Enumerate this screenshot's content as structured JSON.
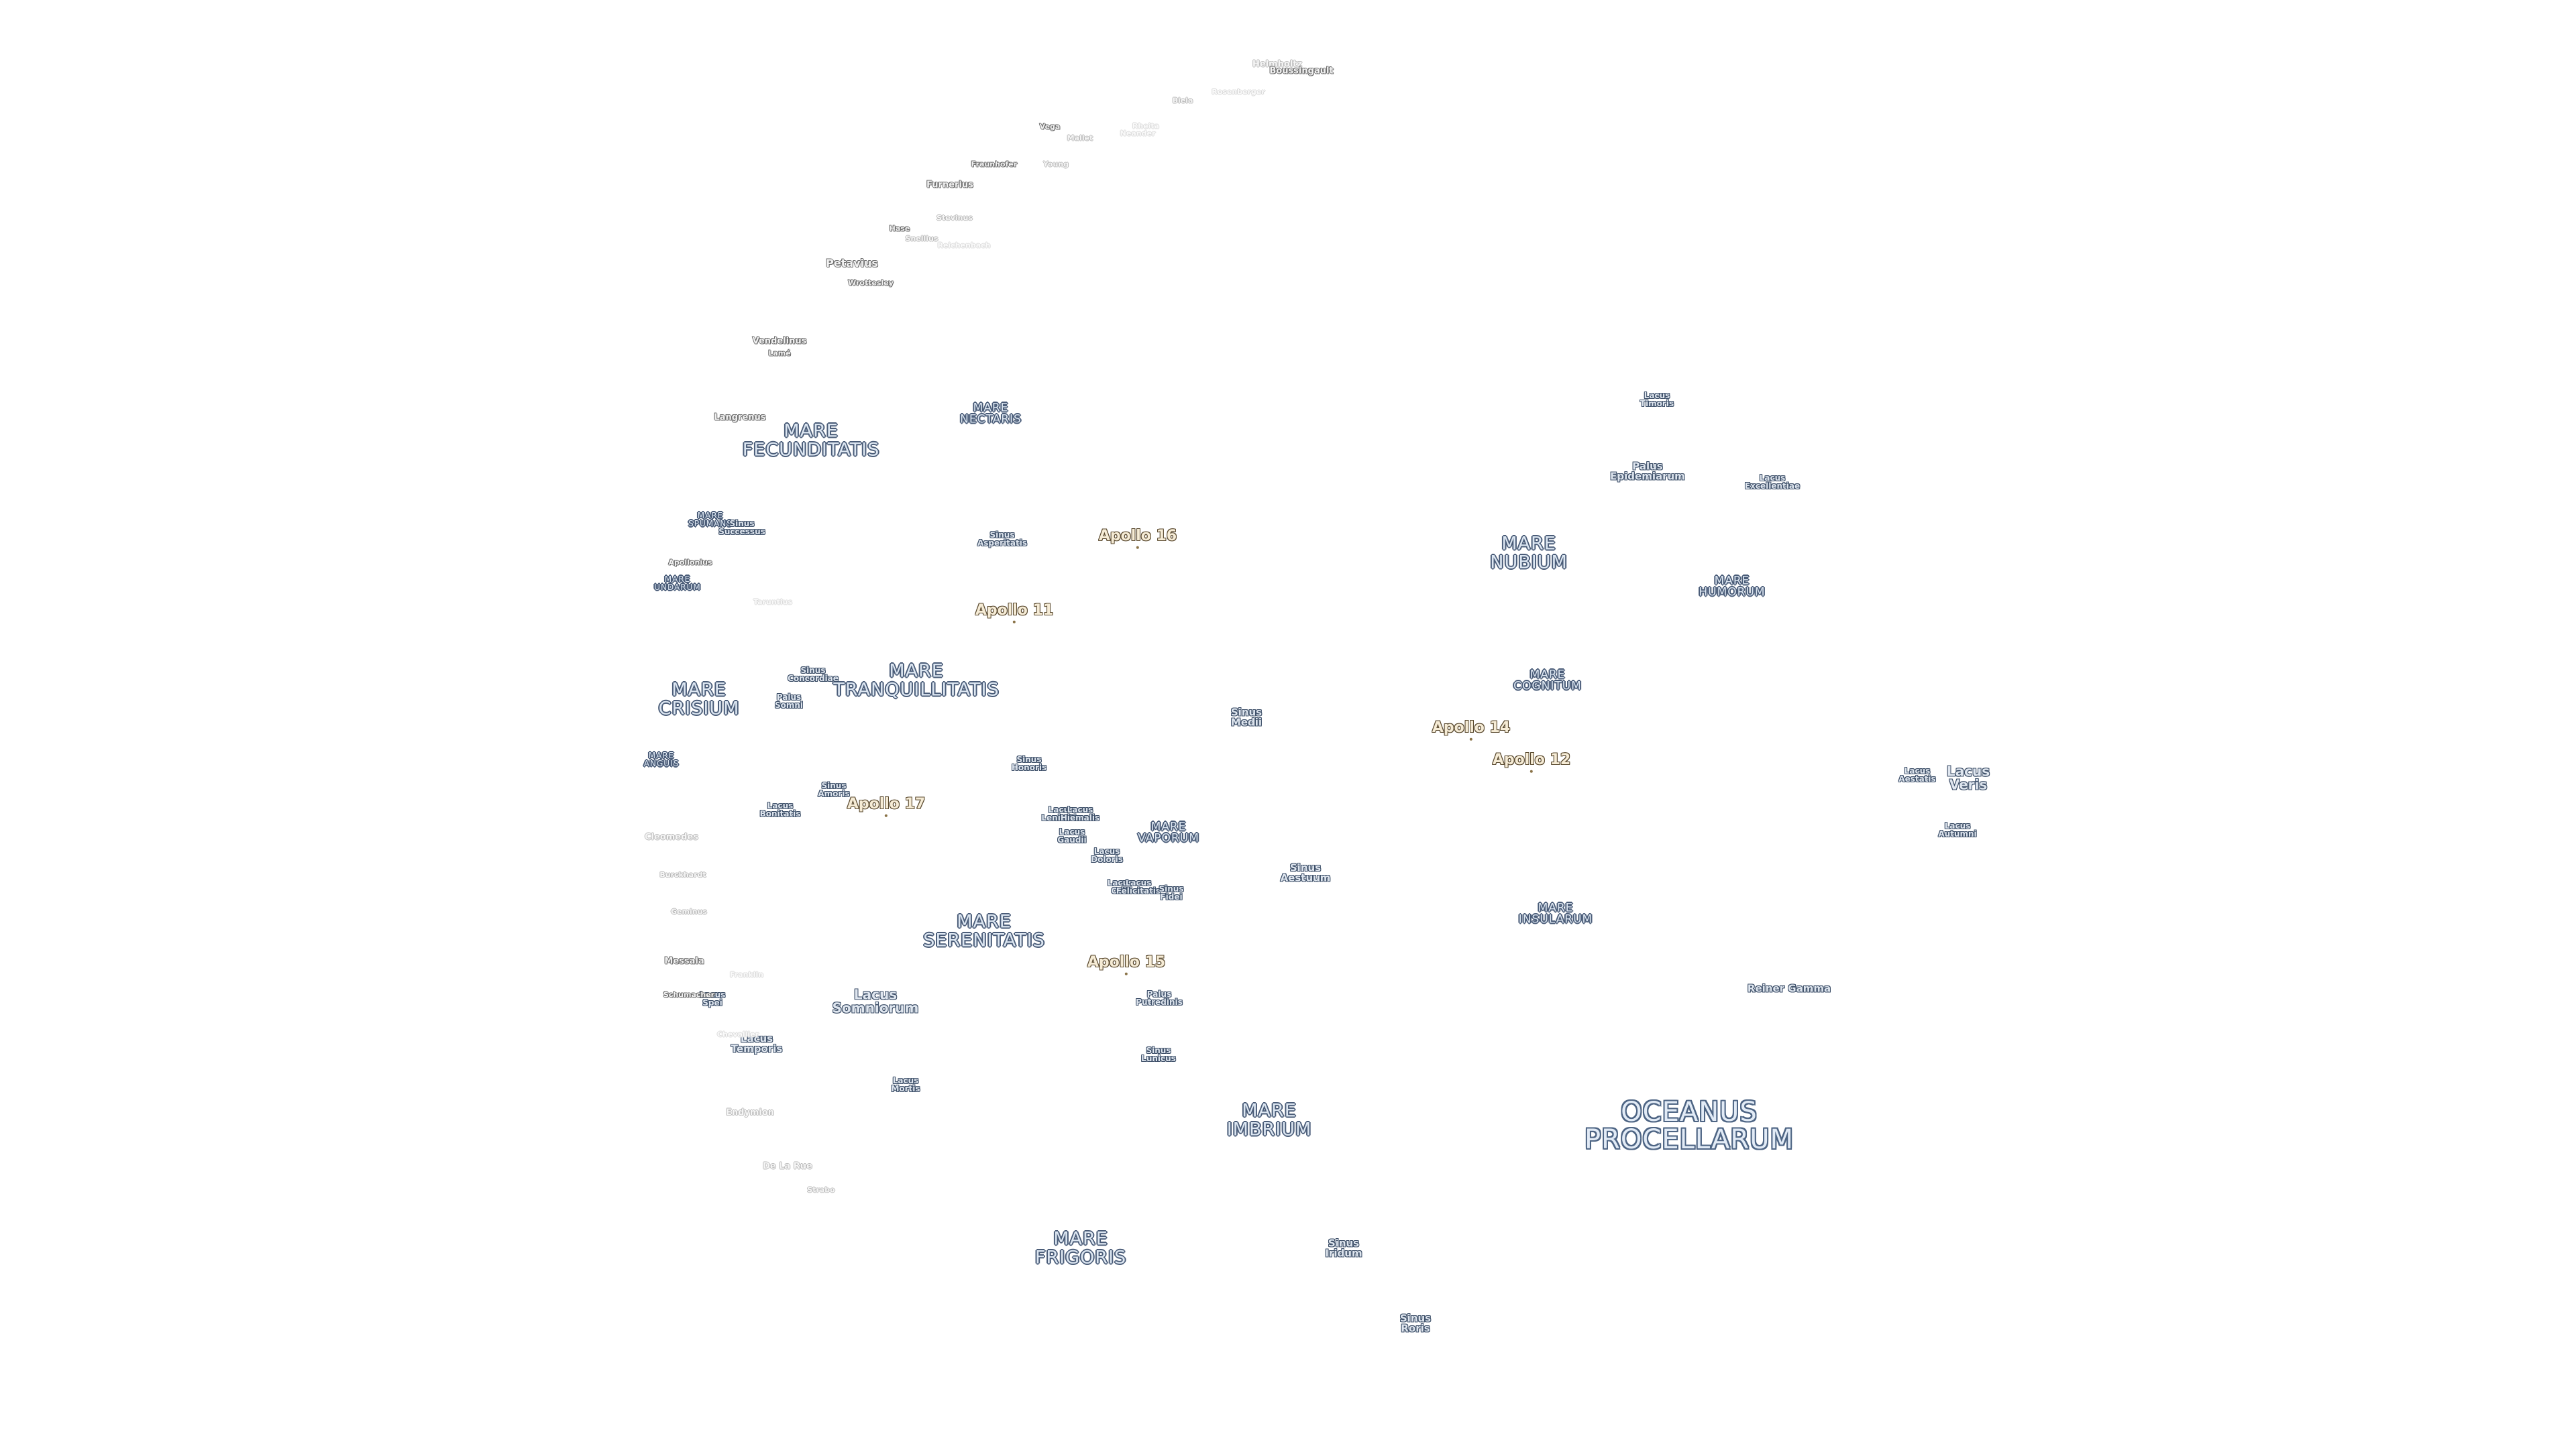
{
  "maria": {
    "oceanus_procellarum": "OCEANUS\nPROCELLARUM",
    "mare_imbrium": "MARE\nIMBRIUM",
    "mare_frigoris": "MARE\nFRIGORIS",
    "mare_serenitatis": "MARE\nSERENITATIS",
    "mare_tranquillitatis": "MARE\nTRANQUILLITATIS",
    "mare_crisium": "MARE\nCRISIUM",
    "mare_fecunditatis": "MARE\nFECUNDITATIS",
    "mare_nectaris": "MARE\nNECTARIS",
    "mare_nubium": "MARE\nNUBIUM",
    "mare_humorum": "MARE\nHUMORUM",
    "mare_cognitum": "MARE\nCOGNITUM",
    "mare_insularum": "MARE\nINSULARUM",
    "mare_vaporum": "MARE\nVAPORUM",
    "mare_anguis": "MARE\nANGUIS",
    "mare_spumans": "MARE\nSPUMANS",
    "mare_undarum": "MARE\nUNDARUM"
  },
  "features": {
    "lacus_somniorum": "Lacus\nSomniorum",
    "lacus_temporis": "Lacus\nTemporis",
    "lacus_mortis": "Lacus\nMortis",
    "lacus_bonitatis": "Lacus\nBonitatis",
    "lacus_timoris": "Lacus\nTimoris",
    "lacus_excellentiae": "Lacus\nExcellentiae",
    "lacus_veris": "Lacus\nVeris",
    "lacus_autumni": "Lacus\nAutumni",
    "lacus_aestatis": "Lacus\nAestatis",
    "lacus_doloris": "Lacus\nDoloris",
    "lacus_gaudii": "Lacus\nGaudii",
    "lacus_lenitatis": "Lacus\nLenitatis",
    "lacus_hiemalis": "Lacus\nHiemalis",
    "lacus_odii": "Lacus\nOdii",
    "lacus_felicitatis": "Lacus\nFelicitatis",
    "lacus_spei": "Lacus\nSpei",
    "sinus_iridum": "Sinus\nIridum",
    "sinus_roris": "Sinus\nRoris",
    "sinus_aestuum": "Sinus\nAestuum",
    "sinus_medii": "Sinus\nMedii",
    "sinus_asperitatis": "Sinus\nAsperitatis",
    "sinus_concordiae": "Sinus\nConcordiae",
    "sinus_amoris": "Sinus\nAmoris",
    "sinus_honoris": "Sinus\nHonoris",
    "sinus_lunicus": "Sinus\nLunicus",
    "sinus_fidei": "Sinus\nFidei",
    "sinus_successus": "Sinus\nSuccessus",
    "palus_epidemiarum": "Palus\nEpidemiarum",
    "palus_putredinis": "Palus\nPutredinis",
    "palus_somni": "Palus\nSomni",
    "reiner_gamma": "Reiner Gamma"
  },
  "missions": {
    "apollo_11": "Apollo 11",
    "apollo_12": "Apollo 12",
    "apollo_14": "Apollo 14",
    "apollo_15": "Apollo 15",
    "apollo_16": "Apollo 16",
    "apollo_17": "Apollo 17"
  },
  "craters": {
    "helmholtz": "Helmholtz",
    "boussingault": "Boussingault",
    "biela": "Biela",
    "rosenberger": "Rosenberger",
    "vega": "Vega",
    "mallet": "Mallet",
    "rheita": "Rheita",
    "neander": "Neander",
    "fraunhofer": "Fraunhofer",
    "young": "Young",
    "furnerius": "Furnerius",
    "stevinus": "Stevinus",
    "hase": "Hase",
    "snellius": "Snellius",
    "reichenbach": "Reichenbach",
    "petavius": "Petavius",
    "wrottesley": "Wrottesley",
    "vendelinus": "Vendelinus",
    "lame": "Lamé",
    "langrenus": "Langrenus",
    "apollonius": "Apollonius",
    "taruntius": "Taruntius",
    "cleomedes": "Cleomedes",
    "burckhardt": "Burckhardt",
    "geminus": "Geminus",
    "messala": "Messala",
    "schumacher": "Schumacher",
    "franklin": "Franklin",
    "chevallier": "Chevallier",
    "endymion": "Endymion",
    "de_la_rue": "De La Rue",
    "strabo": "Strabo"
  }
}
